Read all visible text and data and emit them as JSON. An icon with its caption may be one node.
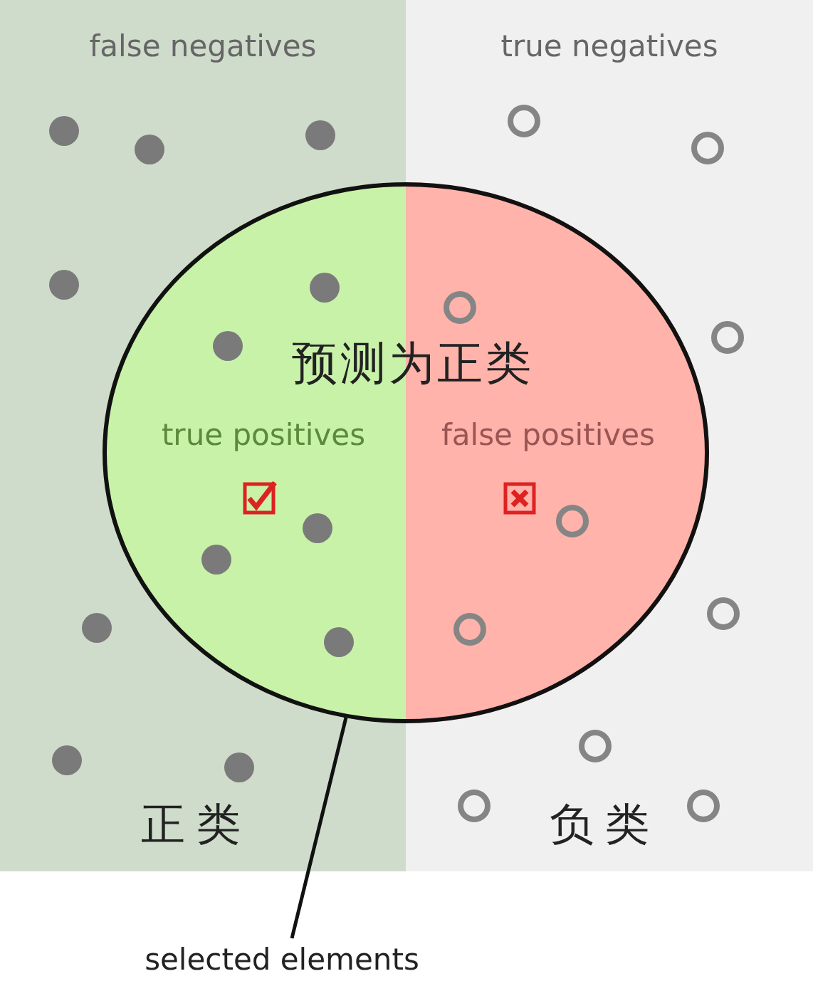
{
  "diagram": {
    "nodes": [
      {
        "text": [
          "false negatives",
          "正类"
        ]
      },
      {
        "text": [
          "true negatives",
          "负类"
        ]
      },
      {
        "text": [
          "预测为正类",
          "true positives",
          "false positives"
        ]
      },
      {
        "text": [
          "selected elements"
        ]
      }
    ],
    "edges": [
      {
        "from": 3,
        "to": 2,
        "arrow": "none"
      }
    ]
  }
}
